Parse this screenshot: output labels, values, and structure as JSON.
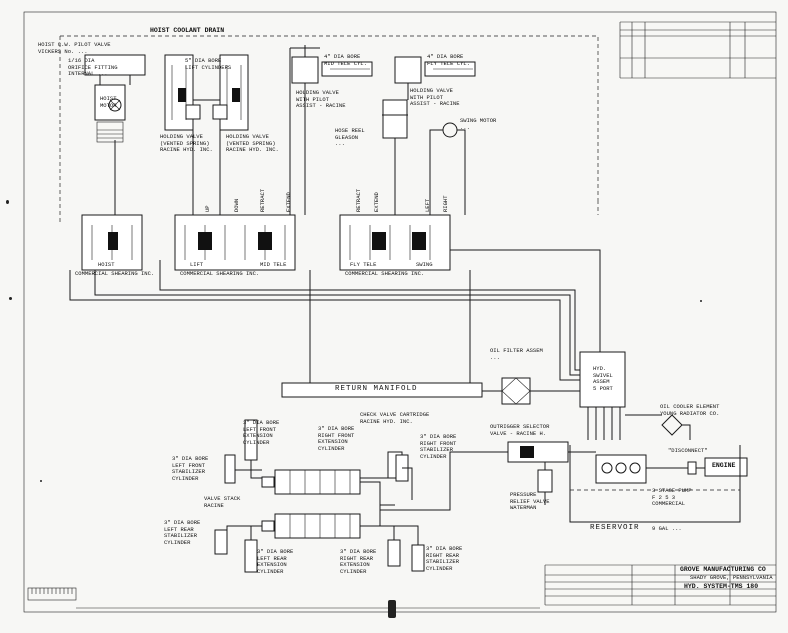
{
  "drawing_title": "HYD. SYSTEM-TMS 180",
  "company": {
    "name": "GROVE MANUFACTURING CO",
    "location": "SHADY GROVE, PENNSYLVANIA"
  },
  "labels": {
    "hoist_drain": "HOIST COOLANT DRAIN",
    "hoist_valve": "HOIST C.W. PILOT VALVE\nVICKERS No. ...",
    "orifice": "1/16 DIA\nORIFICE FITTING\nINTERNAL ...",
    "hoist_motor": "HOIST\nMOTOR",
    "lift_cyl": "5\" DIA BORE\nLIFT CYLINDERS",
    "holding_left": "HOLDING VALVE\n(VENTED SPRING)\nRACINE HYD. INC.",
    "holding_center": "HOLDING VALVE\n(VENTED SPRING)\nRACINE HYD. INC.",
    "mid_tele_cyl": "4\" DIA BORE\nMID TELE CYL.",
    "fly_tele_cyl": "4\" DIA BORE\nFLY TELE CYL.",
    "holding_mid": "HOLDING VALVE\nWITH PILOT\nASSIST - RACINE",
    "holding_fly": "HOLDING VALVE\nWITH PILOT\nASSIST - RACINE",
    "hose_reel": "HOSE REEL\nGLEASON\n...",
    "swing_motor": "SWING MOTOR\n...",
    "valve_left": "COMMERCIAL SHEARING INC.",
    "valve_center": "COMMERCIAL SHEARING INC.",
    "valve_right": "COMMERCIAL SHEARING INC.",
    "v_hoist": "HOIST",
    "v_lift": "LIFT",
    "v_mid_tele": "MID TELE",
    "v_fly_tele": "FLY TELE",
    "v_swing": "SWING",
    "port_up": "UP",
    "port_down": "DOWN",
    "port_retract": "RETRACT",
    "port_extend": "EXTEND",
    "port_left": "LEFT",
    "port_right": "RIGHT",
    "return_manifold": "RETURN MANIFOLD",
    "oil_filter": "OIL FILTER ASSEM\n...",
    "swivel": "HYD.\nSWIVEL\nASSEM\n5 PORT",
    "oil_cooler": "OIL COOLER ELEMENT\nYOUNG RADIATOR CO.",
    "disconnect": "\"DISCONNECT\"",
    "engine": "ENGINE",
    "pump": "3 STAGE PUMP\nF 2 5 3\nCOMMERCIAL",
    "reservoir": "RESERVOIR",
    "reservoir_cap": "9 GAL ...",
    "outrigger_sel": "OUTRIGGER SELECTOR\nVALVE - RACINE H.",
    "relief": "PRESSURE\nRELIEF VALVE\nWATERMAN",
    "valve_stack": "VALVE STACK\nRACINE",
    "check_valve": "CHECK VALVE CARTRIDGE\nRACINE HYD. INC.",
    "lf_ext": "3\" DIA BORE\nLEFT FRONT\nEXTENSION\nCYLINDER",
    "rf_ext": "3\" DIA BORE\nRIGHT FRONT\nEXTENSION\nCYLINDER",
    "lf_stab": "3\" DIA BORE\nLEFT FRONT\nSTABILIZER\nCYLINDER",
    "rf_stab": "3\" DIA BORE\nRIGHT FRONT\nSTABILIZER\nCYLINDER",
    "lr_stab": "3\" DIA BORE\nLEFT REAR\nSTABILIZER\nCYLINDER",
    "lr_ext": "3\" DIA BORE\nLEFT REAR\nEXTENSION\nCYLINDER",
    "rr_ext": "3\" DIA BORE\nRIGHT REAR\nEXTENSION\nCYLINDER",
    "rr_stab": "3\" DIA BORE\nRIGHT REAR\nSTABILIZER\nCYLINDER"
  }
}
